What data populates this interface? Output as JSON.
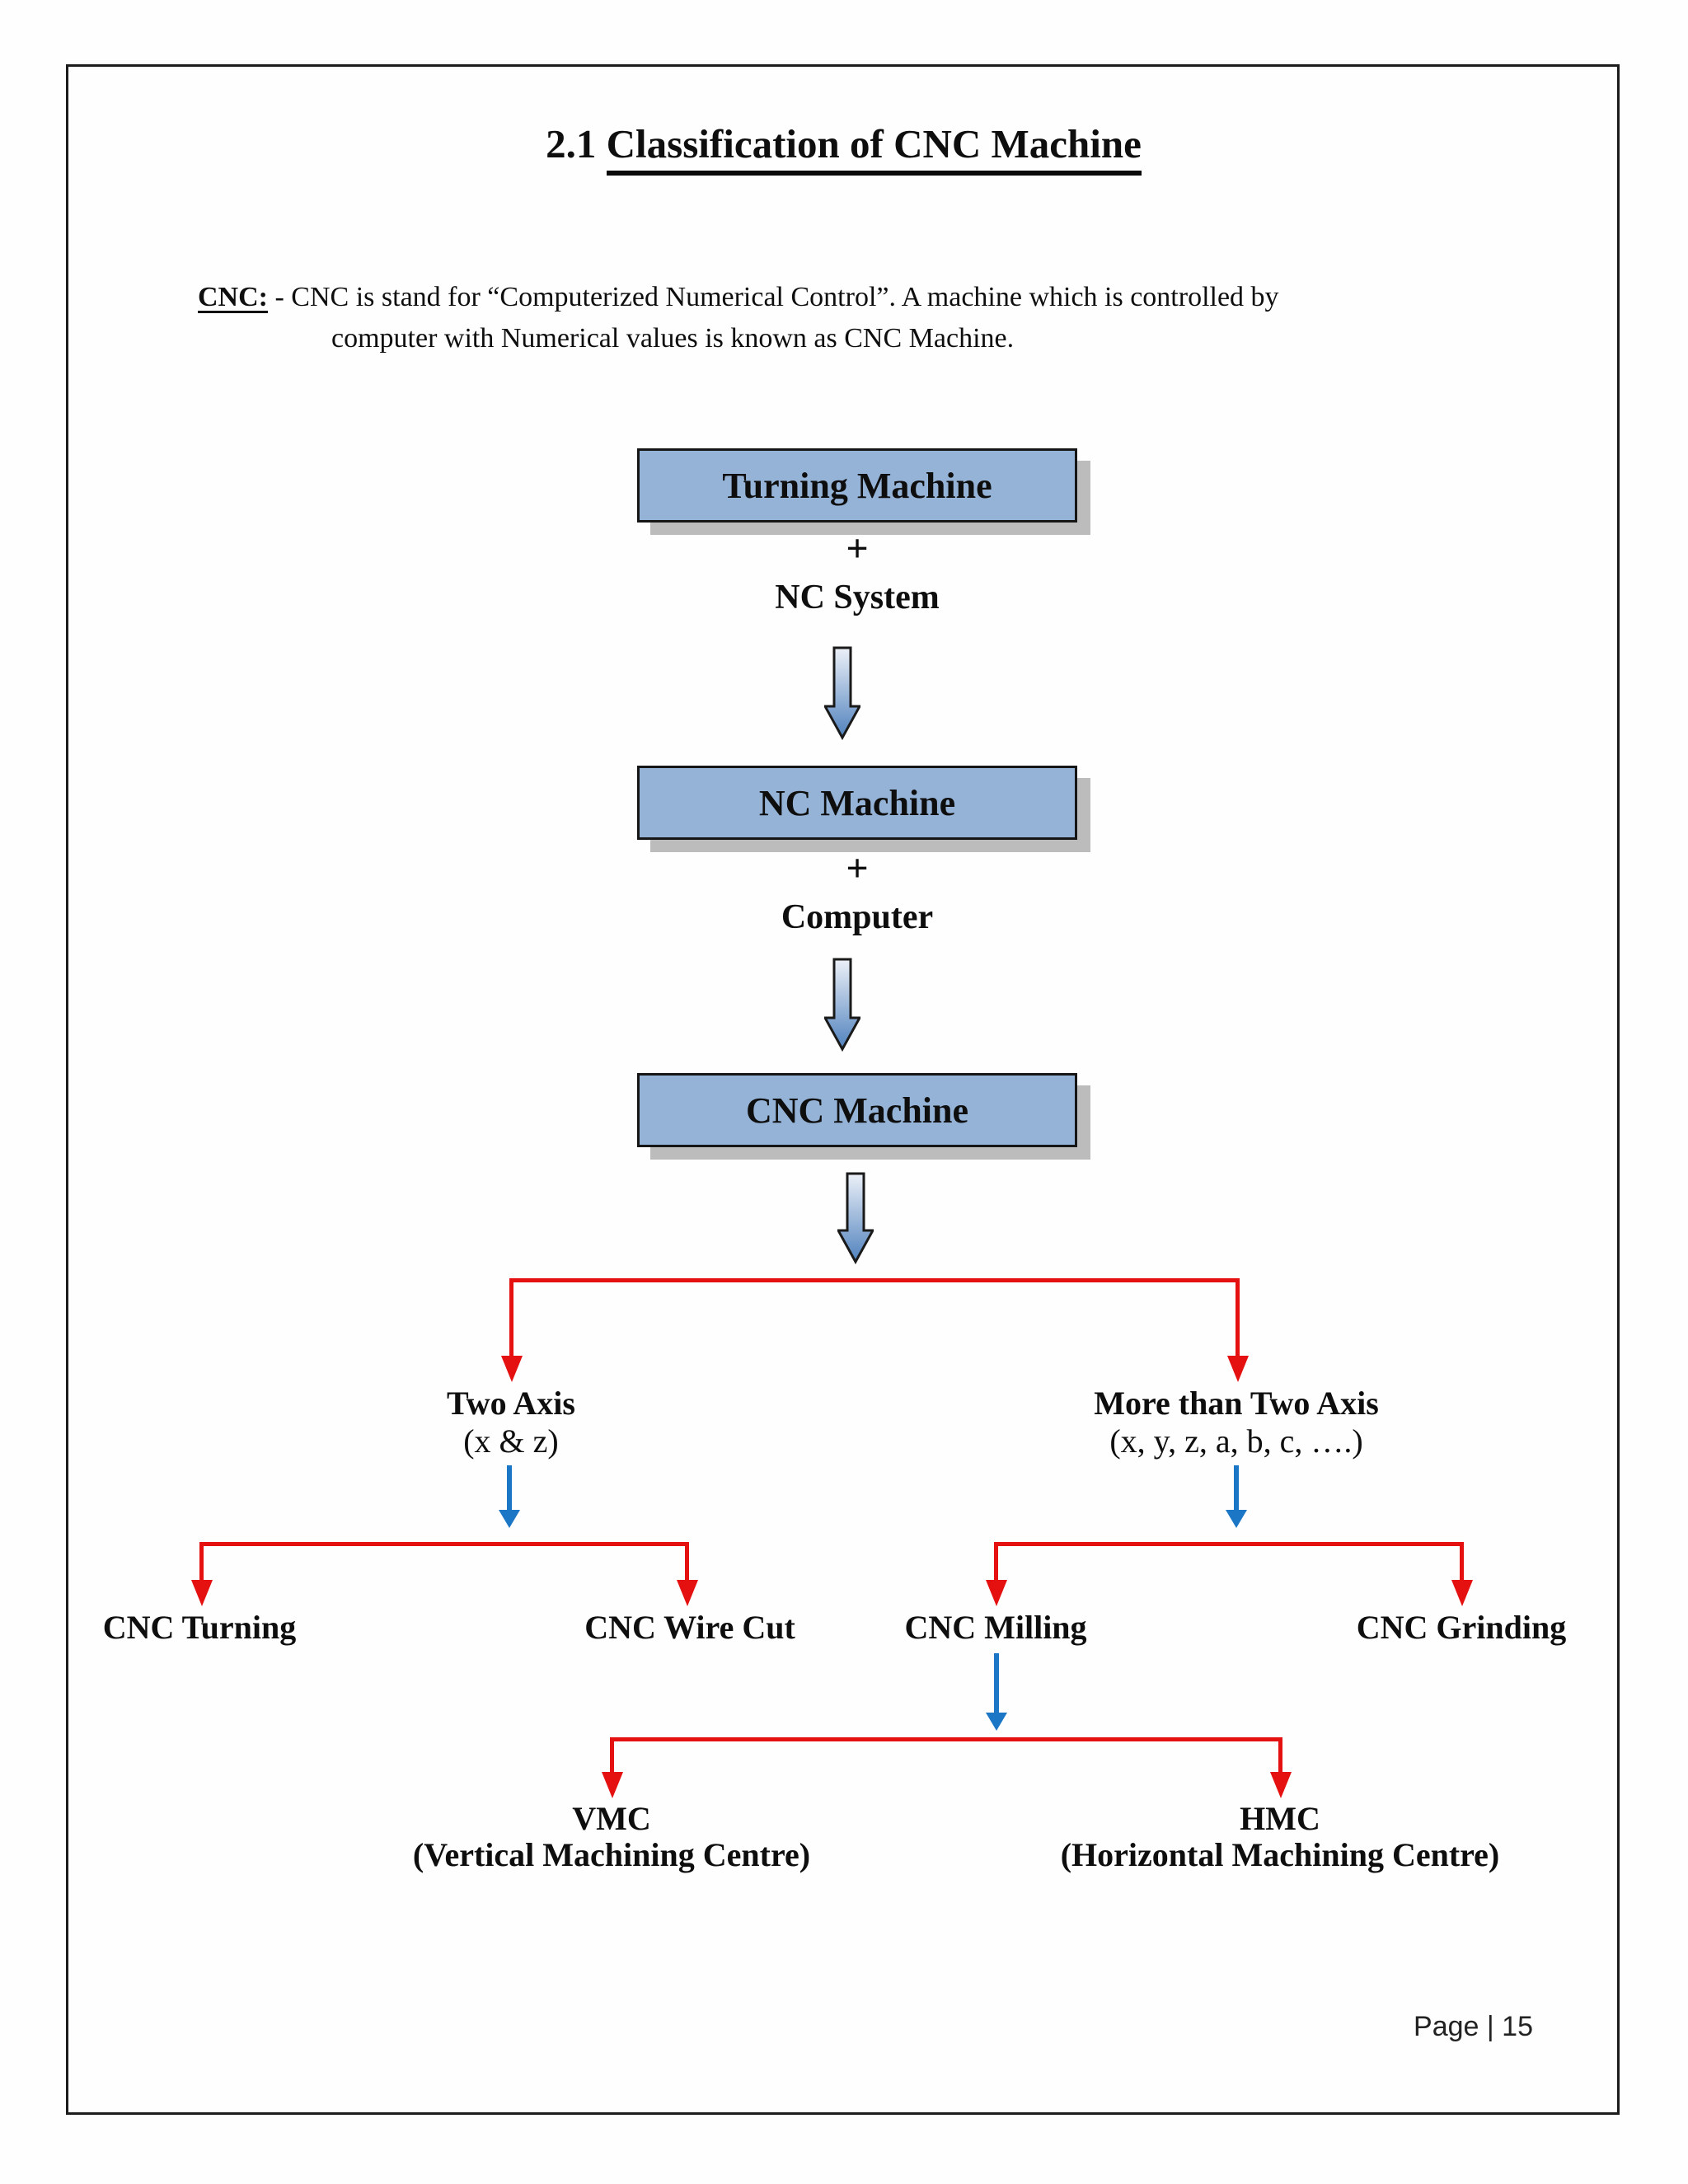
{
  "page": {
    "title": {
      "prefix": "2.1 ",
      "underlined": "Classification of CNC Machine"
    },
    "definition": {
      "term": "CNC:",
      "line1": "- CNC is stand for “Computerized Numerical Control”. A machine which is controlled by",
      "line2": "computer with Numerical values is known as CNC Machine."
    },
    "footer": "Page | 15"
  },
  "flowchart": {
    "boxes": [
      {
        "label": "Turning Machine"
      },
      {
        "label": "NC Machine"
      },
      {
        "label": "CNC Machine"
      }
    ],
    "operators": [
      {
        "symbol": "+",
        "operand": "NC System"
      },
      {
        "symbol": "+",
        "operand": "Computer"
      }
    ],
    "branches": {
      "level1": [
        {
          "title": "Two Axis",
          "subtitle": "(x & z)"
        },
        {
          "title": "More than Two Axis",
          "subtitle": "(x, y, z, a, b, c, ….)"
        }
      ],
      "leaves": [
        "CNC Turning",
        "CNC Wire Cut",
        "CNC Milling",
        "CNC Grinding"
      ],
      "centres": [
        {
          "abbr": "VMC",
          "full": "(Vertical Machining Centre)"
        },
        {
          "abbr": "HMC",
          "full": "(Horizontal Machining Centre)"
        }
      ]
    }
  },
  "colors": {
    "box_fill": "#95b3d7",
    "box_border": "#161616",
    "box_shadow": "#bcbcbc",
    "connector_red": "#e51010",
    "connector_blue": "#1b76c6",
    "arrow_gradient_top": "#edf1f8",
    "arrow_gradient_bottom": "#4f81bd"
  }
}
